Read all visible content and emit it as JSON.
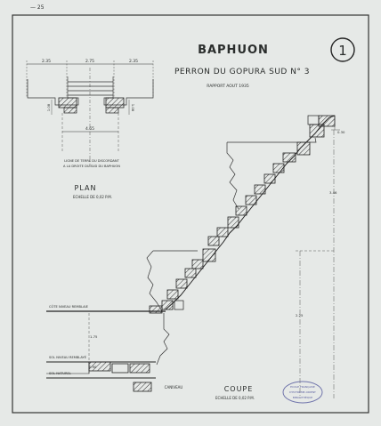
{
  "title": "BAPHUON",
  "subtitle": "PERRON  DU GOPURA  SUD  N° 3",
  "report": "RAPPORT   AOUT   1935",
  "sheet_number": "1",
  "corner_mark": "—  25",
  "plan": {
    "label": "PLAN",
    "scale": "ECHELLE  DE  0,02  P.M.",
    "dims_top": [
      "2.35",
      "2.75",
      "2.35"
    ],
    "dim_small_left": "1.08",
    "dim_small_right": "1.08",
    "dim_bottom": "4.65",
    "note": [
      "LIGNE DE TERRE   DU DISCORDANT",
      "A LA DROITE   DU   SUD DU BAPHUON"
    ]
  },
  "section": {
    "label": "COUPE",
    "scale": "ECHELLE  DE  0,02  P.M.",
    "level_labels": [
      "CÔTE NIVEAU REMBLAIE",
      "SOL NIVEAU REMBLAYÉ",
      "SOL NATUREL"
    ],
    "dims": [
      "0.30",
      "3.46",
      "2.25",
      "1.75",
      "0.90"
    ],
    "bottom_label": "CANIVEAU"
  },
  "stamp": [
    "ECOLE FRANÇAISE",
    "D'EXTRÊME-ORIENT",
    "BIBLIOTHÈQUE"
  ]
}
